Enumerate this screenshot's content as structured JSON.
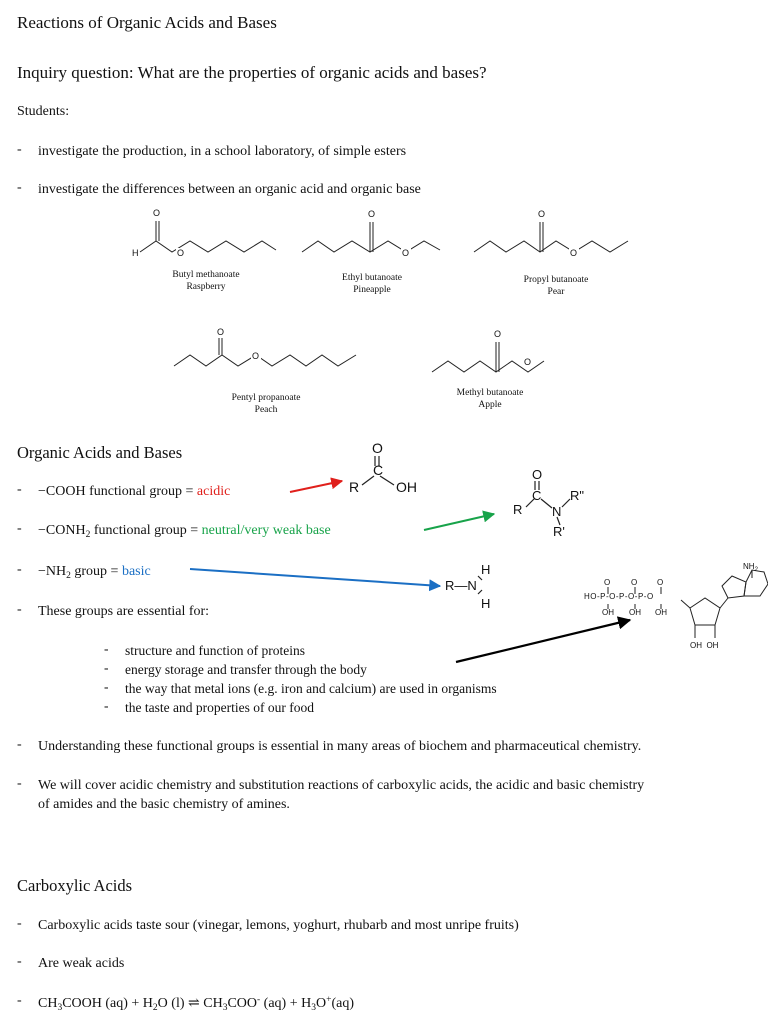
{
  "title": "Reactions of Organic Acids and Bases",
  "inquiry": "Inquiry question: What are the properties of organic acids and bases?",
  "students_label": "Students:",
  "dash": "-",
  "intro_bullets": [
    "investigate the production, in a school laboratory, of simple esters",
    "investigate the differences between an organic acid and organic base"
  ],
  "esters": [
    {
      "name": "Butyl methanoate",
      "flavour": "Raspberry"
    },
    {
      "name": "Ethyl butanoate",
      "flavour": "Pineapple"
    },
    {
      "name": "Propyl butanoate",
      "flavour": "Pear"
    },
    {
      "name": "Pentyl propanoate",
      "flavour": "Peach"
    },
    {
      "name": "Methyl butanoate",
      "flavour": "Apple"
    }
  ],
  "mol_labels": {
    "O": "O",
    "H": "H",
    "C": "C",
    "N": "N",
    "R": "R",
    "OH": "OH",
    "R_prime": "R'",
    "R_double_prime": "R\"",
    "R_N": "R—N",
    "NH2": "NH",
    "NH2_sub": "2",
    "HO": "HO",
    "OH_OH": "OH  OH"
  },
  "acids_bases": {
    "heading": "Organic Acids and Bases",
    "cooh_prefix": "−COOH functional group = ",
    "cooh_value": "acidic",
    "conh_prefix_a": "−CONH",
    "conh_sub": "2",
    "conh_prefix_b": " functional group = ",
    "conh_value": "neutral/very weak base",
    "nh_prefix_a": "−NH",
    "nh_sub": "2",
    "nh_prefix_b": " group = ",
    "nh_value": "basic",
    "essential_intro": "These groups are essential for:",
    "sub_bullets": [
      "structure and function of proteins",
      "energy storage and transfer through the body",
      "the way that metal ions (e.g. iron and calcium) are used in organisms",
      "the taste and properties of our food"
    ],
    "understanding": "Understanding these functional groups is essential in many areas of biochem and pharmaceutical chemistry.",
    "cover_line1": "We will cover acidic chemistry and substitution reactions of carboxylic acids, the acidic and basic chemistry",
    "cover_line2": "of amides and the basic chemistry of amines."
  },
  "carboxylic": {
    "heading": "Carboxylic Acids",
    "taste": "Carboxylic acids taste sour (vinegar, lemons, yoghurt, rhubarb and most unripe fruits)",
    "weak": "Are weak acids",
    "eq_a": "CH",
    "eq_b": "3",
    "eq_c": "COOH (aq) + H",
    "eq_d": "2",
    "eq_e": "O (l) ⇌ CH",
    "eq_f": "3",
    "eq_g": "COO",
    "eq_h": "-",
    "eq_i": " (aq) + H",
    "eq_j": "3",
    "eq_k": "O",
    "eq_l": "+",
    "eq_m": "(aq)"
  },
  "colors": {
    "acidic": "#e0201c",
    "neutral": "#18a34a",
    "basic": "#1b6fc4",
    "arrow_black": "#000000"
  }
}
